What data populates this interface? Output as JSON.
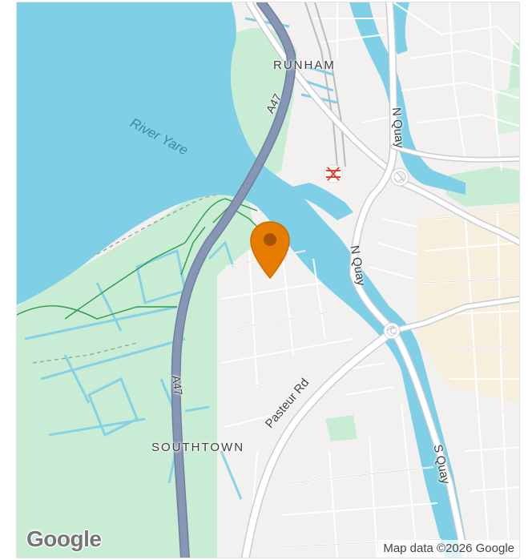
{
  "map": {
    "labels": {
      "runham": "RUNHAM",
      "southtown": "SOUTHTOWN",
      "river": "River Yare",
      "a47_top": "A47",
      "a47_bottom": "A47",
      "n_quay_top": "N Quay",
      "n_quay_mid": "N Quay",
      "pasteur_rd": "Pasteur Rd",
      "s_quay": "S Quay"
    },
    "logo": "Google",
    "attribution": "Map data ©2026 Google",
    "icons": {
      "marker": "location-pin-icon",
      "station": "rail-station-icon"
    },
    "colors": {
      "water": "#7fd0e6",
      "park": "#c8ecd4",
      "land": "#f2f1ef",
      "highway": "#8696b4",
      "marker": "#e67c00",
      "station": "#e0402b"
    }
  }
}
